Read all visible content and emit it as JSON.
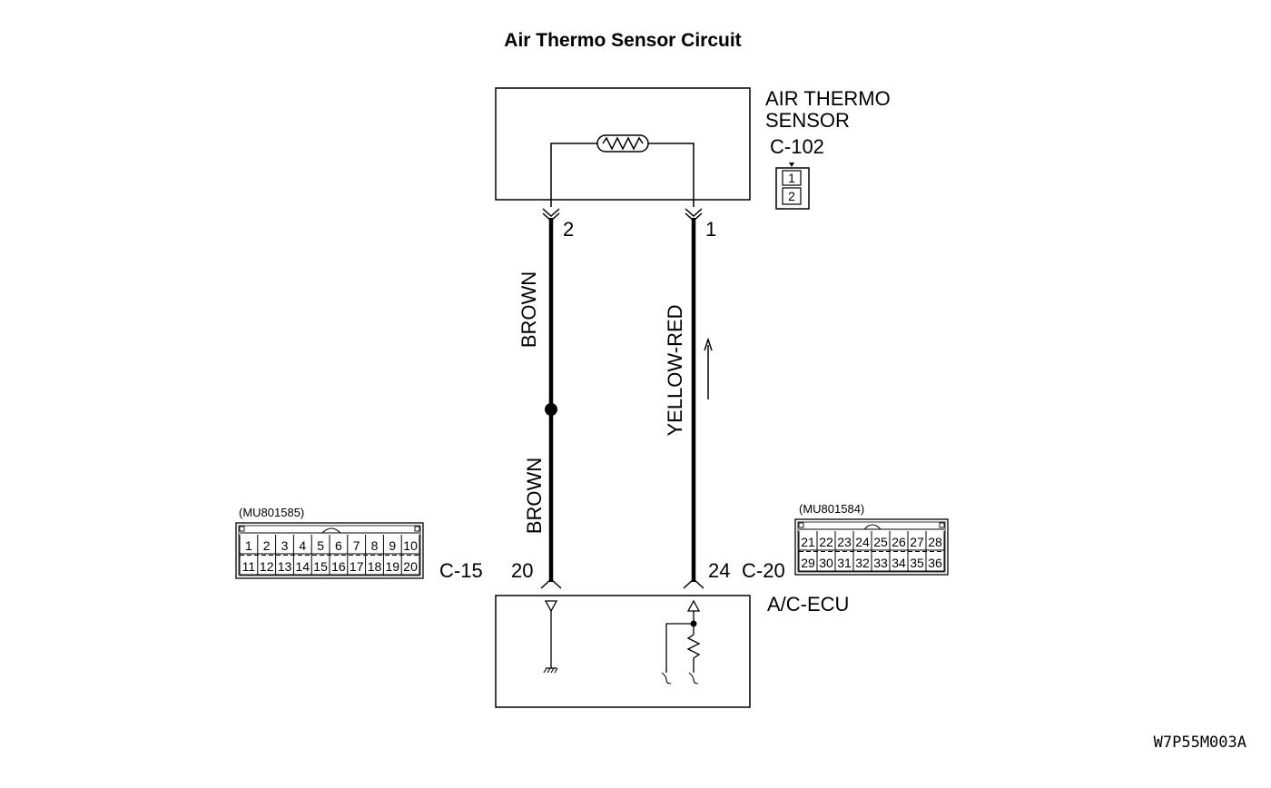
{
  "title": "Air Thermo Sensor Circuit",
  "sensor": {
    "name_line1": "AIR THERMO",
    "name_line2": "SENSOR",
    "connector": "C-102",
    "connector_pins": [
      "1",
      "2"
    ],
    "pin_left": "2",
    "pin_right": "1"
  },
  "wires": {
    "left_upper_color": "BROWN",
    "left_lower_color": "BROWN",
    "right_color": "YELLOW-RED"
  },
  "ecu": {
    "name": "A/C-ECU",
    "left_connector": "C-15",
    "left_pin": "20",
    "right_connector": "C-20",
    "right_pin": "24"
  },
  "connector_c15": {
    "part_no": "(MU801585)",
    "row1": [
      "1",
      "2",
      "3",
      "4",
      "5",
      "6",
      "7",
      "8",
      "9",
      "10"
    ],
    "row2": [
      "11",
      "12",
      "13",
      "14",
      "15",
      "16",
      "17",
      "18",
      "19",
      "20"
    ]
  },
  "connector_c20": {
    "part_no": "(MU801584)",
    "row1": [
      "21",
      "22",
      "23",
      "24",
      "25",
      "26",
      "27",
      "28"
    ],
    "row2": [
      "29",
      "30",
      "31",
      "32",
      "33",
      "34",
      "35",
      "36"
    ]
  },
  "figure_code": "W7P55M003A"
}
